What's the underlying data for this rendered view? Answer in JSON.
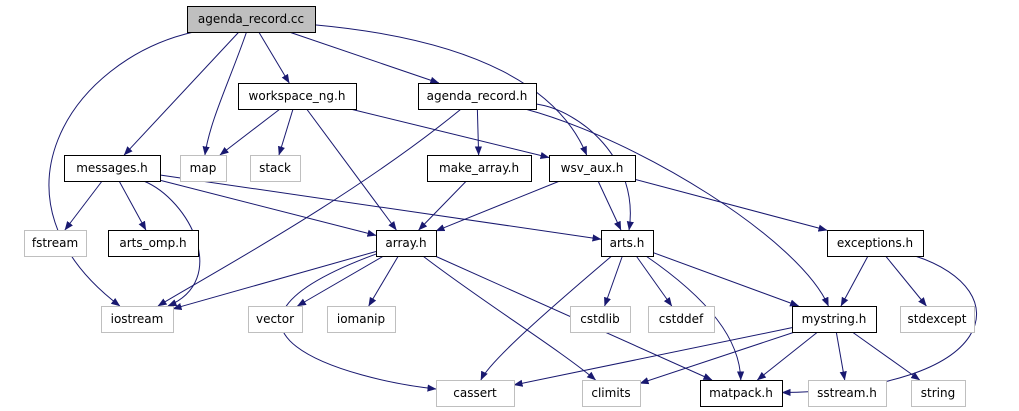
{
  "diagram": {
    "edge_color": "#191970",
    "nodes": [
      {
        "id": "agenda_record_cc",
        "label": "agenda_record.cc",
        "kind": "root"
      },
      {
        "id": "workspace_ng_h",
        "label": "workspace_ng.h",
        "kind": "local"
      },
      {
        "id": "agenda_record_h",
        "label": "agenda_record.h",
        "kind": "local"
      },
      {
        "id": "messages_h",
        "label": "messages.h",
        "kind": "local"
      },
      {
        "id": "map",
        "label": "map",
        "kind": "system"
      },
      {
        "id": "stack",
        "label": "stack",
        "kind": "system"
      },
      {
        "id": "make_array_h",
        "label": "make_array.h",
        "kind": "local"
      },
      {
        "id": "wsv_aux_h",
        "label": "wsv_aux.h",
        "kind": "local"
      },
      {
        "id": "fstream",
        "label": "fstream",
        "kind": "system"
      },
      {
        "id": "arts_omp_h",
        "label": "arts_omp.h",
        "kind": "local"
      },
      {
        "id": "array_h",
        "label": "array.h",
        "kind": "local"
      },
      {
        "id": "arts_h",
        "label": "arts.h",
        "kind": "local"
      },
      {
        "id": "exceptions_h",
        "label": "exceptions.h",
        "kind": "local"
      },
      {
        "id": "iostream",
        "label": "iostream",
        "kind": "system"
      },
      {
        "id": "vector",
        "label": "vector",
        "kind": "system"
      },
      {
        "id": "iomanip",
        "label": "iomanip",
        "kind": "system"
      },
      {
        "id": "cstdlib",
        "label": "cstdlib",
        "kind": "system"
      },
      {
        "id": "cstddef",
        "label": "cstddef",
        "kind": "system"
      },
      {
        "id": "mystring_h",
        "label": "mystring.h",
        "kind": "local"
      },
      {
        "id": "stdexcept",
        "label": "stdexcept",
        "kind": "system"
      },
      {
        "id": "cassert",
        "label": "cassert",
        "kind": "system"
      },
      {
        "id": "climits",
        "label": "climits",
        "kind": "system"
      },
      {
        "id": "matpack_h",
        "label": "matpack.h",
        "kind": "local"
      },
      {
        "id": "sstream_h",
        "label": "sstream.h",
        "kind": "system"
      },
      {
        "id": "string",
        "label": "string",
        "kind": "system"
      }
    ],
    "edges": [
      {
        "from": "agenda_record_cc",
        "to": "workspace_ng_h"
      },
      {
        "from": "agenda_record_cc",
        "to": "agenda_record_h"
      },
      {
        "from": "agenda_record_cc",
        "to": "messages_h"
      },
      {
        "from": "agenda_record_cc",
        "to": "map"
      },
      {
        "from": "agenda_record_cc",
        "to": "wsv_aux_h"
      },
      {
        "from": "agenda_record_cc",
        "to": "iostream"
      },
      {
        "from": "workspace_ng_h",
        "to": "map"
      },
      {
        "from": "workspace_ng_h",
        "to": "stack"
      },
      {
        "from": "workspace_ng_h",
        "to": "array_h"
      },
      {
        "from": "workspace_ng_h",
        "to": "wsv_aux_h"
      },
      {
        "from": "agenda_record_h",
        "to": "make_array_h"
      },
      {
        "from": "agenda_record_h",
        "to": "arts_h"
      },
      {
        "from": "agenda_record_h",
        "to": "mystring_h"
      },
      {
        "from": "agenda_record_h",
        "to": "iostream"
      },
      {
        "from": "messages_h",
        "to": "fstream"
      },
      {
        "from": "messages_h",
        "to": "arts_omp_h"
      },
      {
        "from": "messages_h",
        "to": "array_h"
      },
      {
        "from": "messages_h",
        "to": "arts_h"
      },
      {
        "from": "messages_h",
        "to": "iostream"
      },
      {
        "from": "make_array_h",
        "to": "array_h"
      },
      {
        "from": "wsv_aux_h",
        "to": "array_h"
      },
      {
        "from": "wsv_aux_h",
        "to": "arts_h"
      },
      {
        "from": "wsv_aux_h",
        "to": "exceptions_h"
      },
      {
        "from": "array_h",
        "to": "iostream"
      },
      {
        "from": "array_h",
        "to": "vector"
      },
      {
        "from": "array_h",
        "to": "iomanip"
      },
      {
        "from": "array_h",
        "to": "cassert"
      },
      {
        "from": "array_h",
        "to": "climits"
      },
      {
        "from": "array_h",
        "to": "matpack_h"
      },
      {
        "from": "arts_h",
        "to": "cstdlib"
      },
      {
        "from": "arts_h",
        "to": "cstddef"
      },
      {
        "from": "arts_h",
        "to": "mystring_h"
      },
      {
        "from": "arts_h",
        "to": "cassert"
      },
      {
        "from": "arts_h",
        "to": "matpack_h"
      },
      {
        "from": "exceptions_h",
        "to": "mystring_h"
      },
      {
        "from": "exceptions_h",
        "to": "stdexcept"
      },
      {
        "from": "exceptions_h",
        "to": "matpack_h"
      },
      {
        "from": "mystring_h",
        "to": "cassert"
      },
      {
        "from": "mystring_h",
        "to": "climits"
      },
      {
        "from": "mystring_h",
        "to": "matpack_h"
      },
      {
        "from": "mystring_h",
        "to": "sstream_h"
      },
      {
        "from": "mystring_h",
        "to": "string"
      }
    ]
  }
}
